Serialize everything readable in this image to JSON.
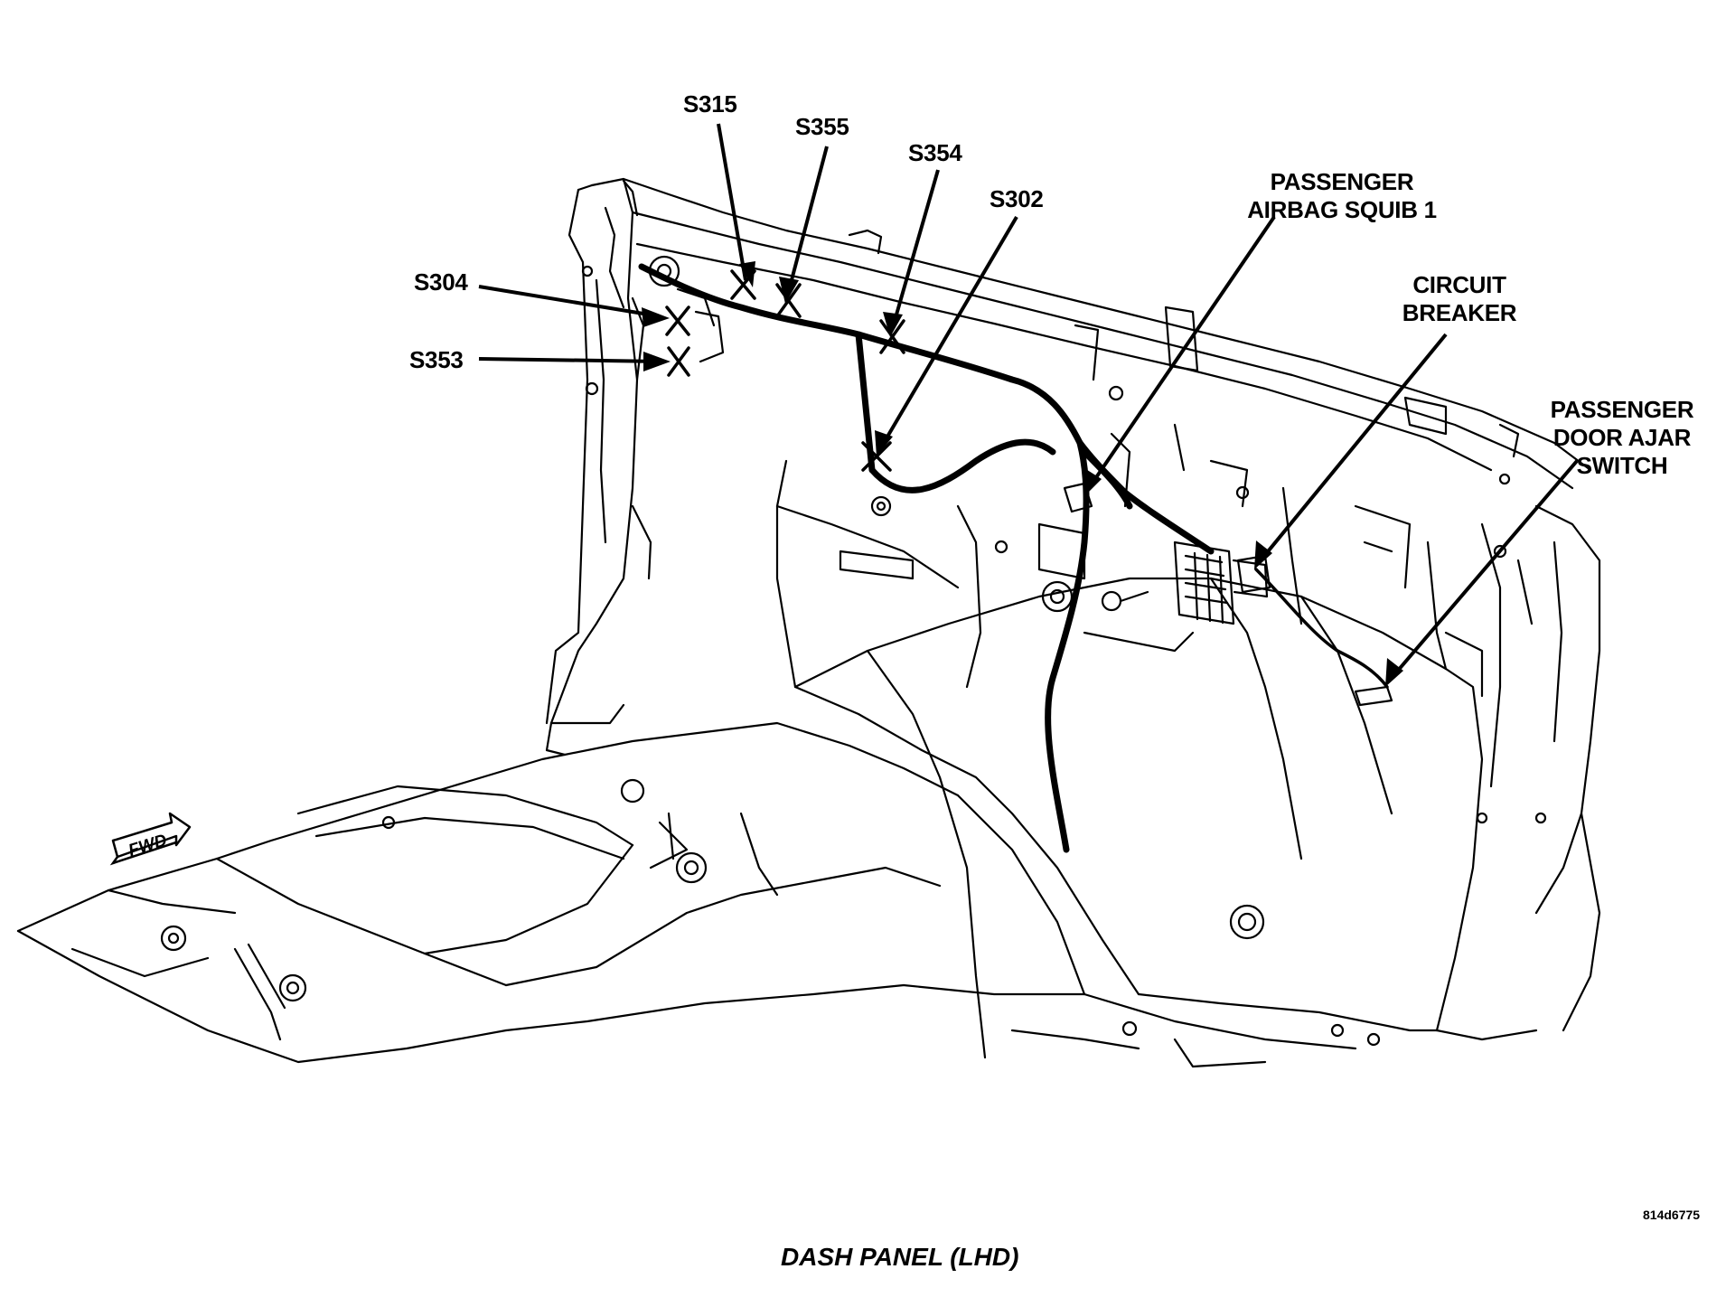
{
  "labels": {
    "s315": "S315",
    "s355": "S355",
    "s354": "S354",
    "s302": "S302",
    "s304": "S304",
    "s353": "S353",
    "passenger_airbag_squib": [
      "PASSENGER",
      "AIRBAG SQUIB 1"
    ],
    "circuit_breaker": [
      "CIRCUIT",
      "BREAKER"
    ],
    "passenger_door_ajar_switch": [
      "PASSENGER",
      "DOOR AJAR",
      "SWITCH"
    ]
  },
  "fwd_indicator": "FWD",
  "figure_ref": "814d6775",
  "caption": "DASH PANEL (LHD)"
}
